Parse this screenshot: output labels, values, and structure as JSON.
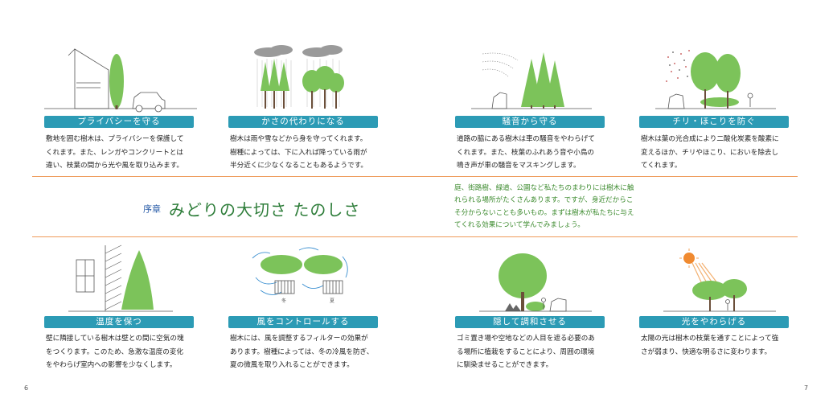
{
  "header": {
    "chapter": "序章",
    "title": "みどりの大切さ たのしさ",
    "intro": "庭、街路樹、緑道、公園など私たちのまわりには樹木に触\nれられる場所がたくさんあります。ですが、身近だからこ\nそ分からないことも多いもの。まずは樹木が私たちに与え\nてくれる効果について学んでみましょう。"
  },
  "cards": [
    {
      "label": "プライバシーを守る",
      "body": "敷地を囲む樹木は、プライバシーを保護して\nくれます。また、レンガやコンクリートとは\n違い、枝葉の間から光や風を取り込みます。"
    },
    {
      "label": "かさの代わりになる",
      "body": "樹木は雨や雪などから身を守ってくれます。\n樹種によっては、下に入れば降っている雨が\n半分近くに少なくなることもあるようです。"
    },
    {
      "label": "騒音から守る",
      "body": "道路の脇にある樹木は車の騒音をやわらげて\nくれます。また、枝葉のふれあう音や小鳥の\n鳴き声が車の騒音をマスキングします。"
    },
    {
      "label": "チリ・ほこりを防ぐ",
      "body": "樹木は葉の光合成により二酸化炭素を酸素に\n変えるほか、チリやほこり、においを除去し\nてくれます。"
    },
    {
      "label": "温度を保つ",
      "body": "壁に隣接している樹木は壁との間に空気の塊\nをつくります。このため、急激な温度の変化\nをやわらげ室内への影響を少なくします。"
    },
    {
      "label": "風をコントロールする",
      "body": "樹木には、風を調整するフィルターの効果が\nあります。樹種によっては、冬の冷風を防ぎ、\n夏の微風を取り入れることができます。",
      "season_winter": "冬",
      "season_summer": "夏"
    },
    {
      "label": "隠して調和させる",
      "body": "ゴミ置き場や空地などの人目を遮る必要のあ\nる場所に植栽をすることにより、周囲の環境\nに馴染ませることができます。"
    },
    {
      "label": "光をやわらげる",
      "body": "太陽の光は樹木の枝葉を通すことによって強\nさが弱まり、快適な明るさに変わります。"
    }
  ],
  "page_numbers": {
    "left": "6",
    "right": "7"
  },
  "colors": {
    "pill": "#2c9bb5",
    "rule": "#ee9a5a",
    "title": "#2e7d3a",
    "chapter": "#2a5da8",
    "intro": "#3d8b2f",
    "tree": "#7cc35a",
    "trunk": "#6b4f3a"
  }
}
